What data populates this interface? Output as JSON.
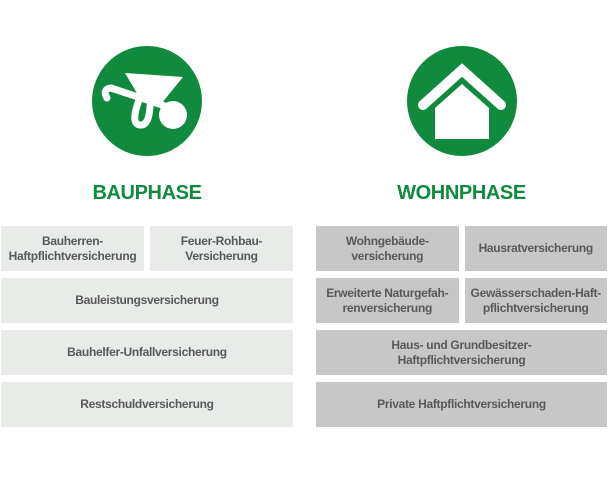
{
  "colors": {
    "green": "#108a3c",
    "box_light": "#e9ebe9",
    "box_dark": "#c6c7c6",
    "box_text": "#58595b",
    "background": "#ffffff"
  },
  "columns": [
    {
      "id": "bauphase",
      "title": "BAUPHASE",
      "icon": "wheelbarrow-icon",
      "rows": [
        {
          "boxes": [
            "Bauherren-\nHaftpflichtversicherung",
            "Feuer-Rohbau-\nVersicherung"
          ]
        },
        {
          "boxes": [
            "Bauleistungsversicherung"
          ]
        },
        {
          "boxes": [
            "Bauhelfer-Unfallversicherung"
          ]
        },
        {
          "boxes": [
            "Restschuldversicherung"
          ]
        }
      ]
    },
    {
      "id": "wohnphase",
      "title": "WOHNPHASE",
      "icon": "house-icon",
      "rows": [
        {
          "boxes": [
            "Wohngebäude-\nversicherung",
            "Hausratversicherung"
          ]
        },
        {
          "boxes": [
            "Erweiterte Naturgefah-\nrenversicherung",
            "Gewässerschaden-Haft-\npflichtversicherung"
          ]
        },
        {
          "boxes": [
            "Haus- und Grundbesitzer-\nHaftpflichtversicherung"
          ]
        },
        {
          "boxes": [
            "Private Haftpflichtversicherung"
          ]
        }
      ]
    }
  ]
}
